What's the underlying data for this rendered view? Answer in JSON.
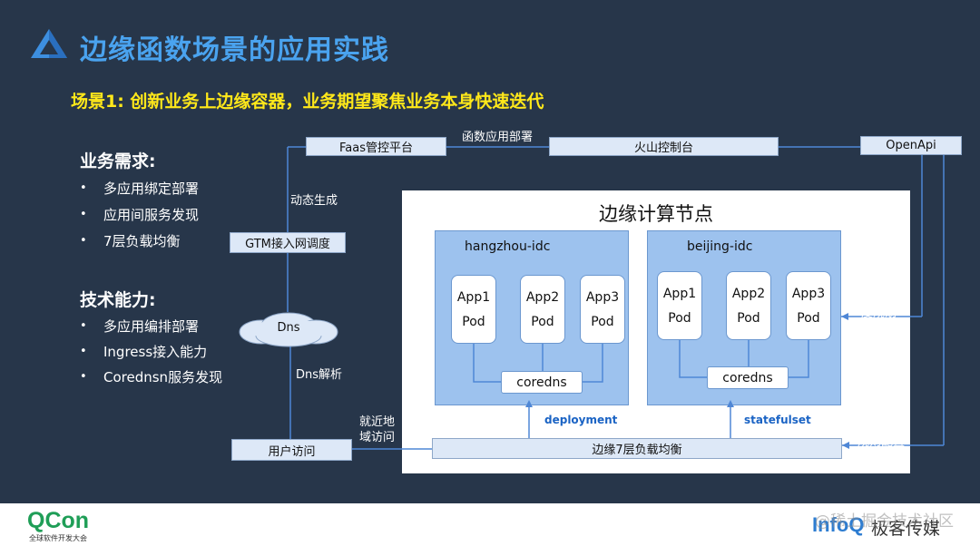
{
  "header": {
    "title": "边缘函数场景的应用实践",
    "scene": "场景1: 创新业务上边缘容器，业务期望聚焦业务本身快速迭代"
  },
  "requirements": {
    "heading": "业务需求:",
    "items": [
      "多应用绑定部署",
      "应用间服务发现",
      "7层负载均衡"
    ]
  },
  "capabilities": {
    "heading": "技术能力:",
    "items": [
      "多应用编排部署",
      "Ingress接入能力",
      "Corednsn服务发现"
    ]
  },
  "diagram": {
    "faas": "Faas管控平台",
    "deploy_label": "函数应用部署",
    "volcano": "火山控制台",
    "openapi": "OpenApi",
    "dynamic_label": "动态生成",
    "gtm": "GTM接入网调度",
    "dns": "Dns",
    "dns_resolve": "Dns解析",
    "user_access": "用户访问",
    "nearby_label": [
      "就近地",
      "域访问"
    ],
    "edge_title": "边缘计算节点",
    "lb7": "边缘7层负载均衡",
    "schedule_label": [
      "按需调",
      "度规划"
    ],
    "lb_rule_label": [
      "负载均衡",
      "规则配置"
    ],
    "idcs": [
      {
        "name": "hangzhou-idc",
        "apps": [
          "App1",
          "App2",
          "App3"
        ],
        "pod": "Pod",
        "coredns": "coredns",
        "kind": "deployment"
      },
      {
        "name": "beijing-idc",
        "apps": [
          "App1",
          "App2",
          "App3"
        ],
        "pod": "Pod",
        "coredns": "coredns",
        "kind": "statefulset"
      }
    ]
  },
  "footer": {
    "qcon": "QCon",
    "qcon_sub": "全球软件开发大会",
    "infoq": "InfoQ",
    "infoq_cn": "极客传媒",
    "watermark": "@稀土掘金技术社区"
  }
}
